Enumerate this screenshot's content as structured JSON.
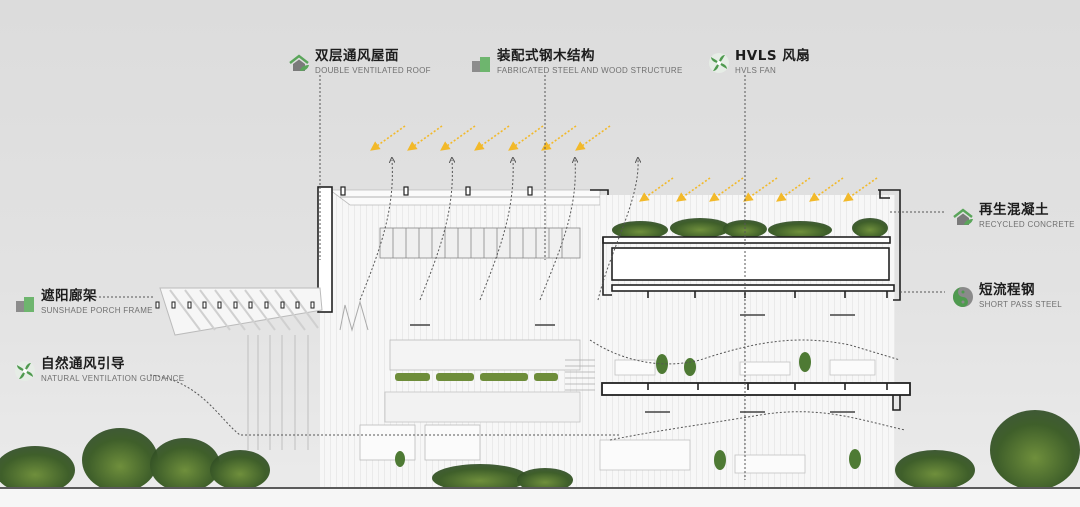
{
  "diagram": {
    "type": "architectural-section",
    "background_color": "#dcdcdc",
    "accent_colors": {
      "icon_green": "#5aa55a",
      "icon_gray": "#7a7a7a",
      "sun_arrow": "#f2b92a",
      "outline": "#2b2b2b",
      "vegetation": "#4f6e2e"
    },
    "labels": [
      {
        "id": "double-ventilated-roof",
        "icon": "house-leaf-icon",
        "cn": "双层通风屋面",
        "en": "DOUBLE VENTILATED ROOF"
      },
      {
        "id": "fabricated-structure",
        "icon": "blocks-icon",
        "cn": "装配式钢木结构",
        "en": "FABRICATED STEEL AND WOOD STRUCTURE"
      },
      {
        "id": "hvls-fan",
        "icon": "fan-icon",
        "cn": "HVLS 风扇",
        "en": "HVLS FAN"
      },
      {
        "id": "recycled-concrete",
        "icon": "house-leaf-icon",
        "cn": "再生混凝土",
        "en": "RECYCLED CONCRETE"
      },
      {
        "id": "short-pass-steel",
        "icon": "yin-yang-icon",
        "cn": "短流程钢",
        "en": "SHORT PASS STEEL"
      },
      {
        "id": "sunshade-porch",
        "icon": "blocks-icon",
        "cn": "遮阳廊架",
        "en": "SUNSHADE PORCH FRAME"
      },
      {
        "id": "natural-ventilation",
        "icon": "fan-icon",
        "cn": "自然通风引导",
        "en": "NATURAL VENTILATION GUIDANCE"
      }
    ]
  }
}
